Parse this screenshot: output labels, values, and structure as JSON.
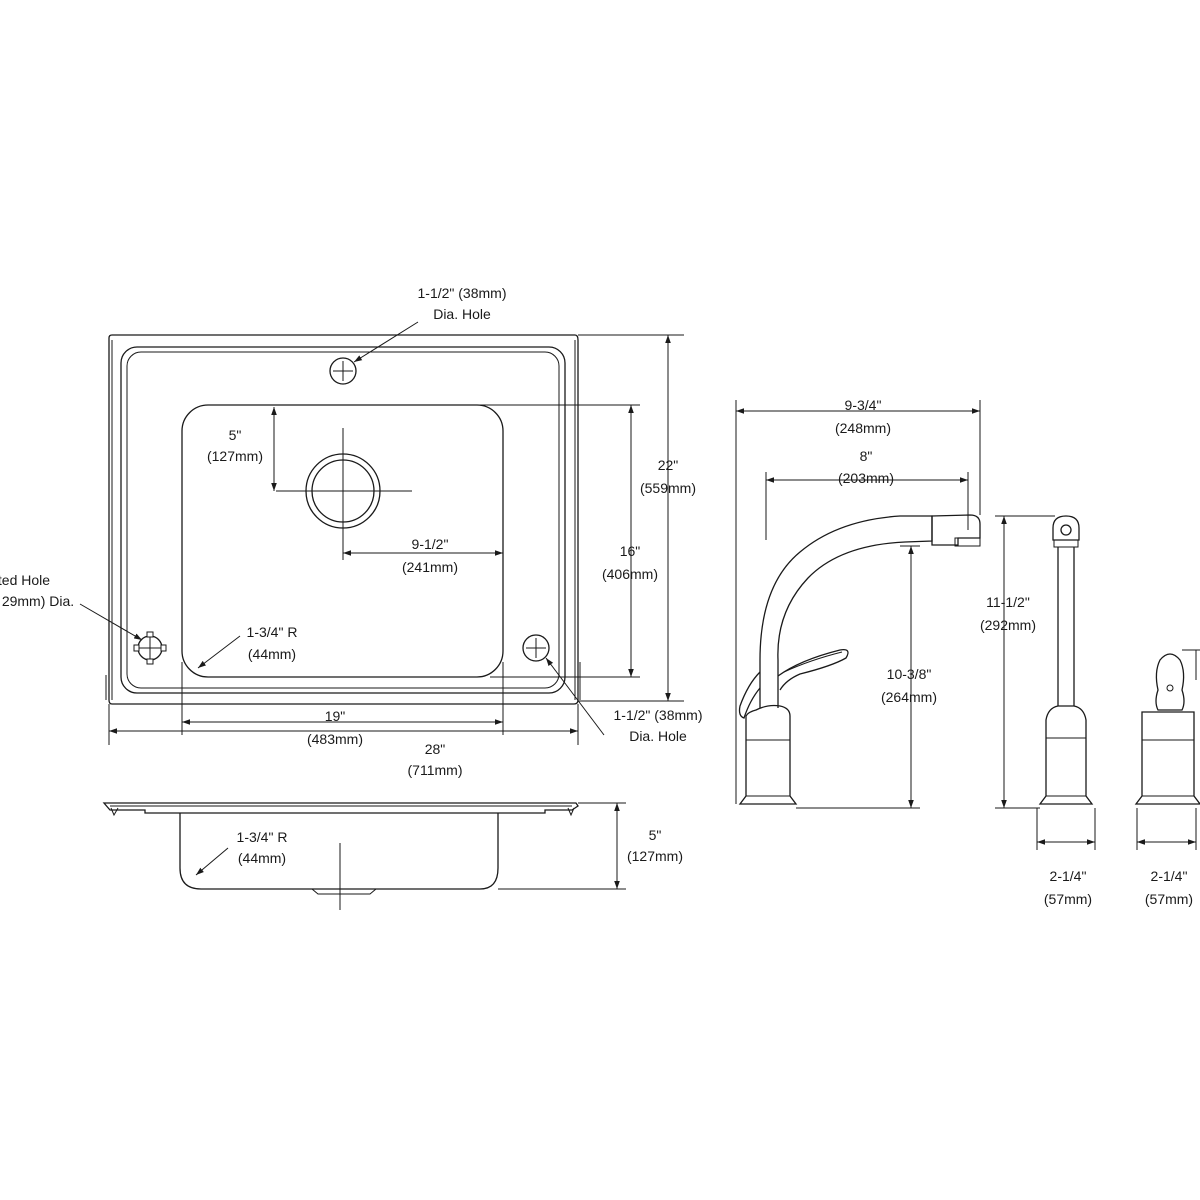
{
  "sink_top_view": {
    "top_hole": [
      "1-1/2\" (38mm)",
      "Dia. Hole"
    ],
    "left_hole": [
      "ted Hole",
      "29mm) Dia."
    ],
    "right_hole": [
      "1-1/2\" (38mm)",
      "Dia. Hole"
    ],
    "corner_radius": [
      "1-3/4\" R",
      "(44mm)"
    ],
    "drain_offset": [
      "5\"",
      "(127mm)"
    ],
    "drain_to_bowl_edge": [
      "9-1/2\"",
      "(241mm)"
    ],
    "bowl_length": [
      "19\"",
      "(483mm)"
    ],
    "overall_length": [
      "28\"",
      "(711mm)"
    ],
    "bowl_width": [
      "16\"",
      "(406mm)"
    ],
    "overall_width": [
      "22\"",
      "(559mm)"
    ]
  },
  "sink_side_view": {
    "corner_radius": [
      "1-3/4\" R",
      "(44mm)"
    ],
    "depth": [
      "5\"",
      "(127mm)"
    ]
  },
  "faucet": {
    "overall_reach": [
      "9-3/4\"",
      "(248mm)"
    ],
    "spout_reach": [
      "8\"",
      "(203mm)"
    ],
    "spout_clearance": [
      "10-3/8\"",
      "(264mm)"
    ]
  },
  "side_spray": {
    "height": [
      "11-1/2\"",
      "(292mm)"
    ],
    "base_diameter": [
      "2-1/4\"",
      "(57mm)"
    ]
  },
  "soap_dispenser": {
    "base_diameter": [
      "2-1/4\"",
      "(57mm)"
    ]
  }
}
